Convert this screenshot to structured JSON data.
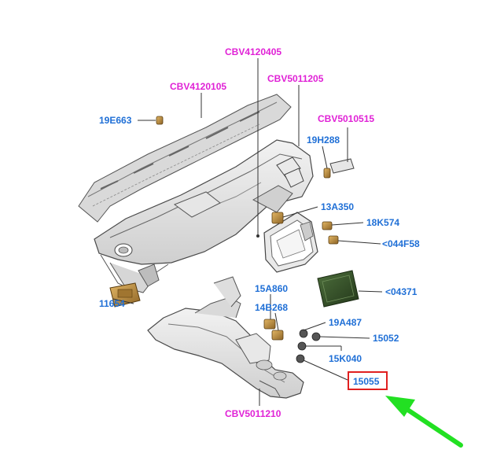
{
  "diagram": {
    "labels": {
      "cbv4120405": "CBV4120405",
      "cbv4120105": "CBV4120105",
      "cbv5011205": "CBV5011205",
      "cbv5010515": "CBV5010515",
      "p19e663": "19E663",
      "p19h288": "19H288",
      "p13a350": "13A350",
      "p18k574": "18K574",
      "p044f58": "<044F58",
      "p04371": "<04371",
      "p11654": "11654",
      "p15a860": "15A860",
      "p14b268": "14B268",
      "p19a487": "19A487",
      "p15052": "15052",
      "p15k040": "15K040",
      "p15055": "15055",
      "cbv5011210": "CBV5011210"
    },
    "colors": {
      "part_label": "#1f6fd6",
      "assembly_label": "#e021d6",
      "highlight_box": "#e02020",
      "arrow": "#22e022"
    },
    "highlighted_part": "15055"
  }
}
